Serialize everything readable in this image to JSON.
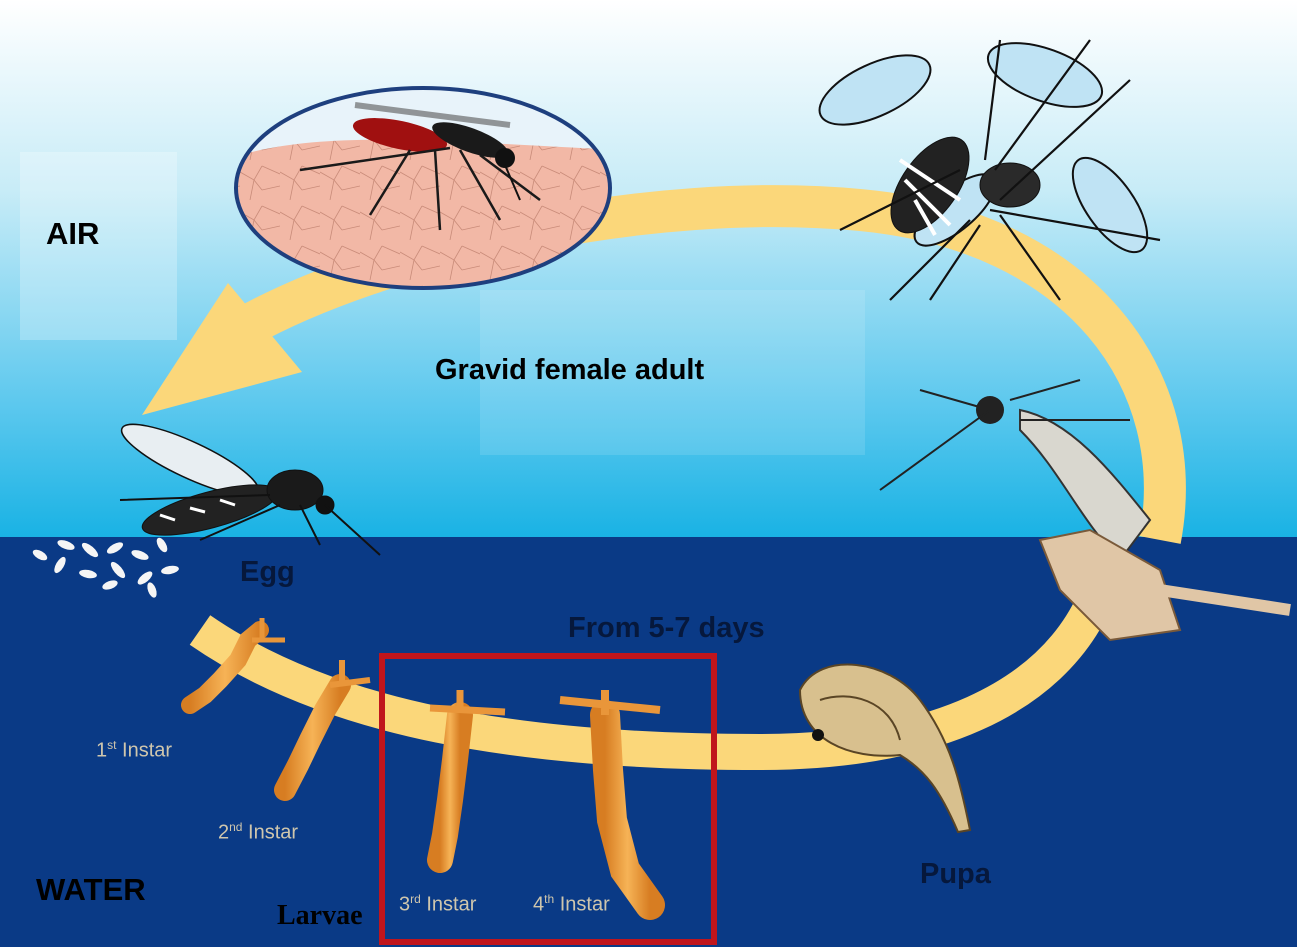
{
  "labels": {
    "air": "AIR",
    "water": "WATER",
    "gravid": "Gravid female adult",
    "egg": "Egg",
    "duration": "From 5-7 days",
    "pupa": "Pupa",
    "larvae": "Larvae"
  },
  "instars": [
    {
      "num": "1",
      "suffix": "st",
      "word": "Instar"
    },
    {
      "num": "2",
      "suffix": "nd",
      "word": "Instar"
    },
    {
      "num": "3",
      "suffix": "rd",
      "word": "Instar"
    },
    {
      "num": "4",
      "suffix": "th",
      "word": "Instar"
    }
  ],
  "colors": {
    "sky_top": "#ffffff",
    "sky_bottom": "#1ab4e6",
    "water": "#0a3a86",
    "cycle_arrow": "#fbd77a",
    "larva": "#f2a441",
    "highlight_box": "#c0151c"
  }
}
